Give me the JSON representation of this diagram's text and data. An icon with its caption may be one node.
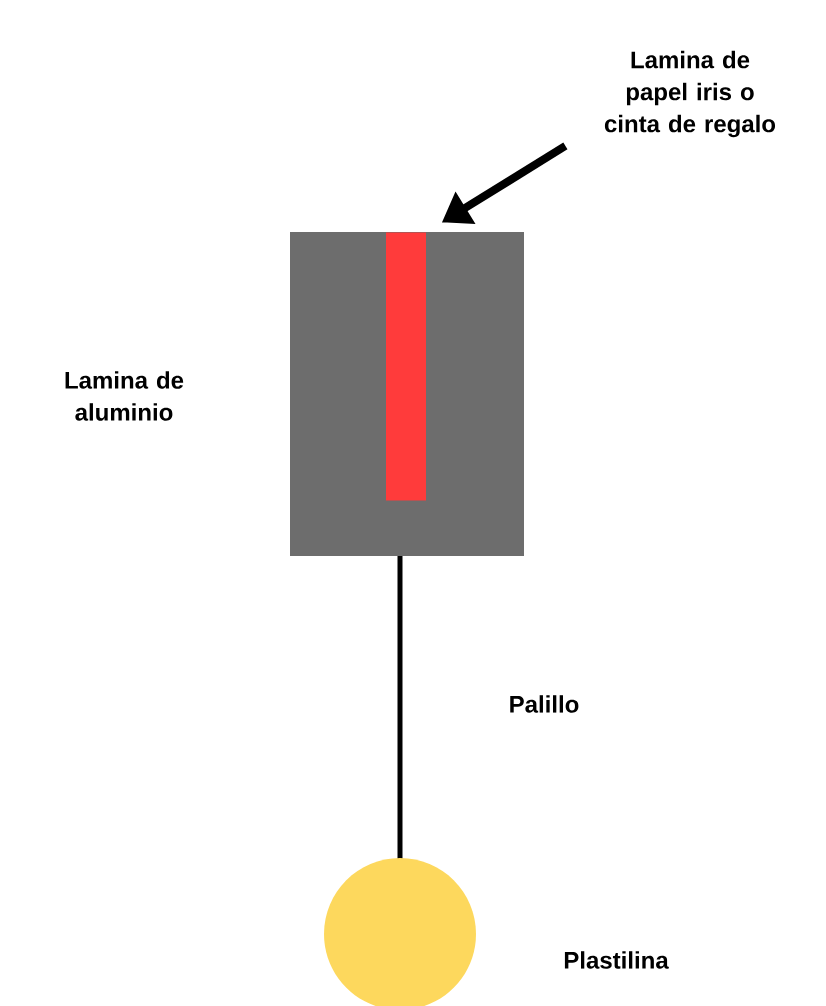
{
  "diagram": {
    "nodes": [
      {
        "text": [
          "Lamina de papel iris o cinta de regalo"
        ]
      },
      {
        "text": [],
        "shape": "bar"
      }
    ],
    "edges": [
      {
        "from": 0,
        "to": 1,
        "arrow": "to"
      }
    ],
    "labels": [
      "Lamina de aluminio",
      "Palillo",
      "Plastilina"
    ]
  }
}
